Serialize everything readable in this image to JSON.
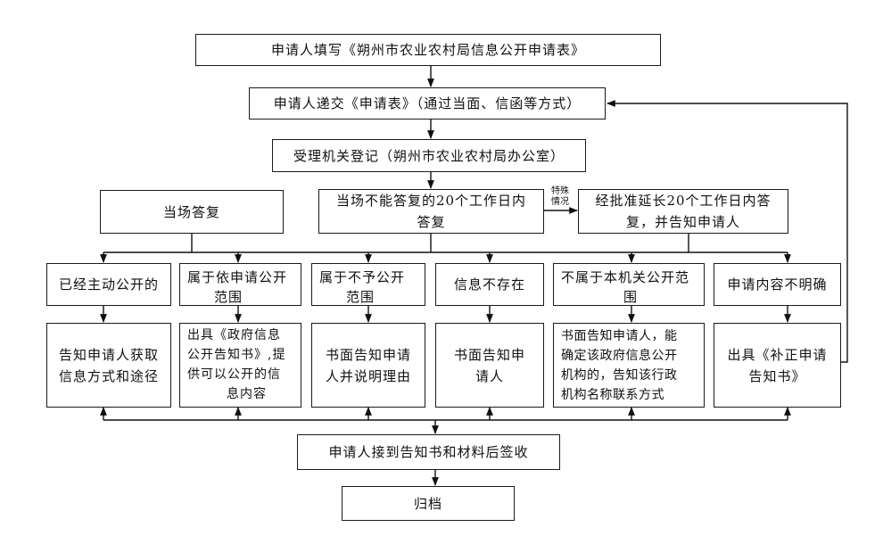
{
  "steps": {
    "fill_form": "申请人填写《朔州市农业农村局信息公开申请表》",
    "submit_form": "申请人递交《申请表》（通过当面、信函等方式）",
    "register": "受理机关登记（朔州市农业农村局办公室）",
    "reply_onsite": "当场答复",
    "reply_20days": [
      "当场不能答复的20个工作日内",
      "答复"
    ],
    "special_note": [
      "特殊",
      "情况"
    ],
    "extend_20days": [
      "经批准延长20个工作日内答",
      "复，并告知申请人"
    ],
    "signing": "申请人接到告知书和材料后签收",
    "archive": "归档"
  },
  "categories": [
    {
      "condition": [
        "已经主动公开的"
      ],
      "response": [
        "告知申请人获取",
        "信息方式和途径"
      ]
    },
    {
      "condition": [
        "属于依申请公开",
        "范围"
      ],
      "response": [
        "出具《政府信息",
        "公开告知书》,提",
        "供可以公开的信",
        "息内容"
      ]
    },
    {
      "condition": [
        "属于不予公开",
        "范围"
      ],
      "response": [
        "书面告知申请",
        "人并说明理由"
      ]
    },
    {
      "condition": [
        "信息不存在"
      ],
      "response": [
        "书面告知申",
        "请人"
      ]
    },
    {
      "condition": [
        "不属于本机关公开范",
        "围"
      ],
      "response": [
        "书面告知申请人，能",
        "确定该政府信息公开",
        "机构的，告知该行政",
        "机构名称联系方式"
      ]
    },
    {
      "condition": [
        "申请内容不明确"
      ],
      "response": [
        "出具《补正申请",
        "告知书》"
      ]
    }
  ]
}
